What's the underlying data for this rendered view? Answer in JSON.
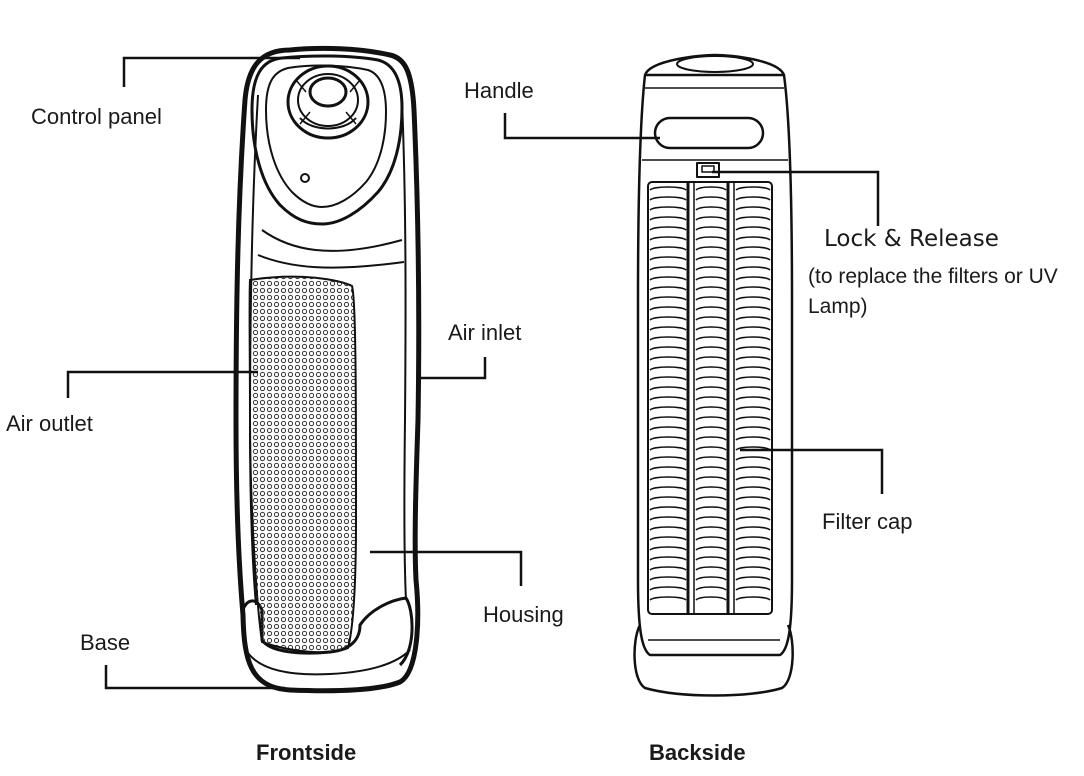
{
  "labels": {
    "control_panel": "Control panel",
    "handle": "Handle",
    "lock_release": "Lock & Release",
    "lock_release_note": "(to replace the filters or UV Lamp)",
    "air_inlet": "Air inlet",
    "air_outlet": "Air outlet",
    "filter_cap": "Filter cap",
    "housing": "Housing",
    "base": "Base"
  },
  "captions": {
    "front": "Frontside",
    "back": "Backside"
  }
}
